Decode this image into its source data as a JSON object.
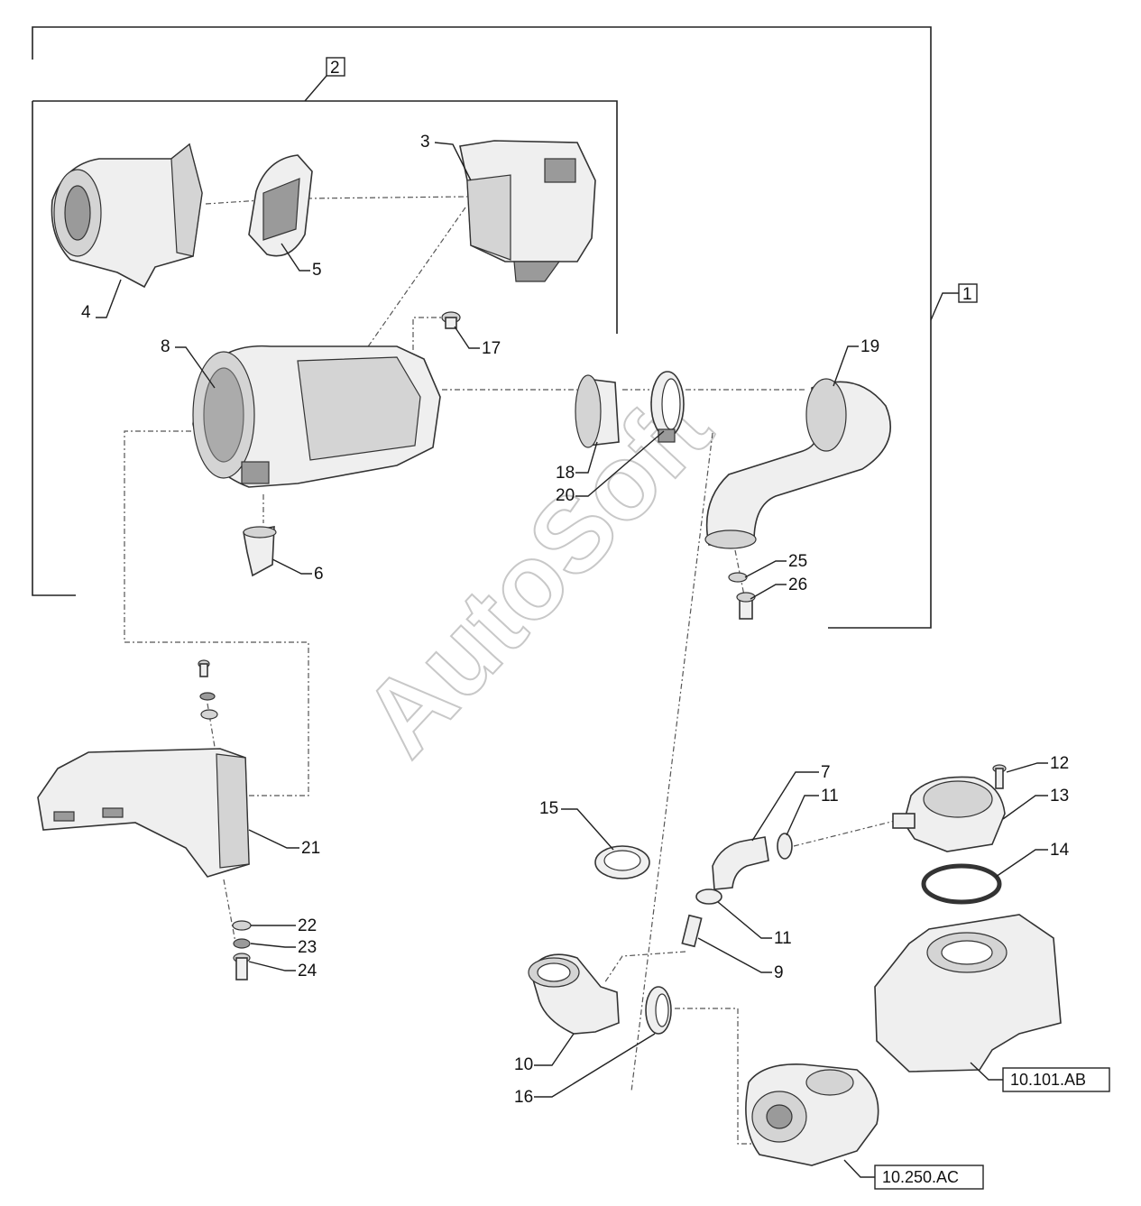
{
  "group_labels": {
    "assembly": "1",
    "subassembly": "2"
  },
  "callouts": {
    "c3": "3",
    "c4": "4",
    "c5": "5",
    "c6": "6",
    "c7": "7",
    "c8": "8",
    "c9": "9",
    "c10": "10",
    "c11a": "11",
    "c11b": "11",
    "c12": "12",
    "c13": "13",
    "c14": "14",
    "c15": "15",
    "c16": "16",
    "c17": "17",
    "c18": "18",
    "c19": "19",
    "c20": "20",
    "c21": "21",
    "c22": "22",
    "c23": "23",
    "c24": "24",
    "c25": "25",
    "c26": "26"
  },
  "references": {
    "valve_cover": "10.101.AB",
    "turbocharger": "10.250.AC"
  },
  "watermark": "AutoSoft"
}
